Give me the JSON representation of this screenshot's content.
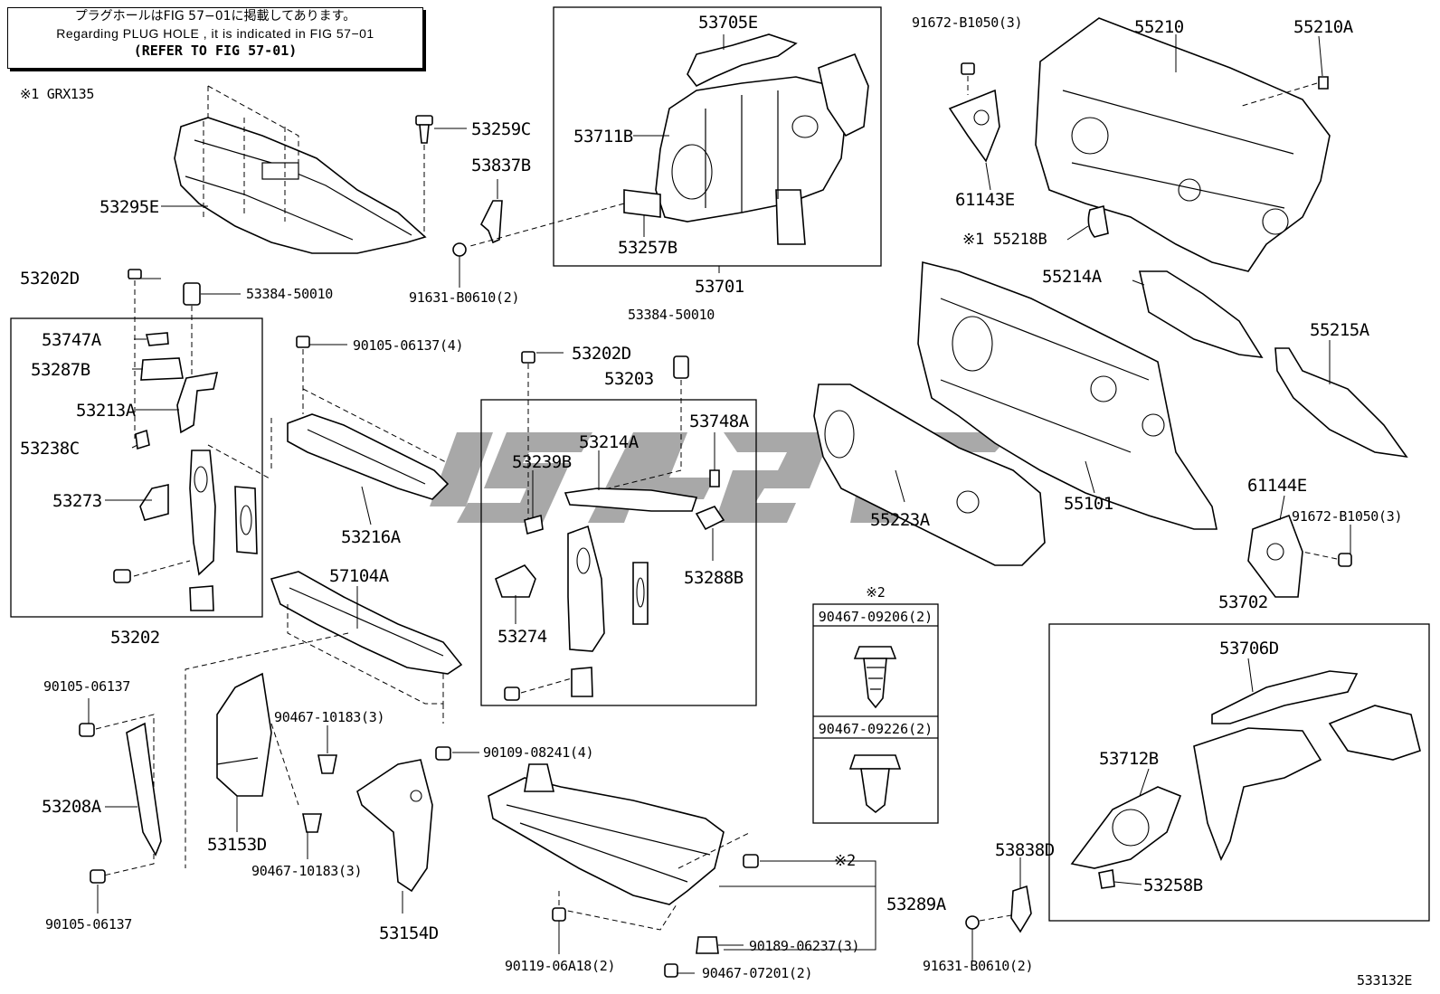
{
  "note": {
    "line_jp": "プラグホールはFIG 57−01に掲載してあります。",
    "line_en": "Regarding PLUG HOLE , it is indicated in FIG 57−01",
    "line_ref": "(REFER TO FIG 57-01)"
  },
  "variant_note": "※1 GRX135",
  "figure_code": "533132E",
  "watermark": "LS 96",
  "clip_panel": {
    "marker": "※2",
    "clip_top": "90467-09206(2)",
    "clip_bottom": "90467-09226(2)"
  },
  "parts": {
    "p53295E": "53295E",
    "p53259C": "53259C",
    "p53837B": "53837B",
    "p53202D_a": "53202D",
    "p53384_a": "53384-50010",
    "p53747A": "53747A",
    "p53287B": "53287B",
    "p53213A": "53213A",
    "p53238C": "53238C",
    "p53273": "53273",
    "p53202": "53202",
    "p90105_4": "90105-06137(4)",
    "p53216A": "53216A",
    "p57104A": "57104A",
    "p53705E": "53705E",
    "p53711B": "53711B",
    "p53257B": "53257B",
    "p53701": "53701",
    "p91631_a": "91631-B0610(2)",
    "p53384_b": "53384-50010",
    "p53202D_b": "53202D",
    "p53203": "53203",
    "p53239B": "53239B",
    "p53214A": "53214A",
    "p53748A": "53748A",
    "p53288B": "53288B",
    "p53274": "53274",
    "p91672_a": "91672-B1050(3)",
    "p61143E": "61143E",
    "p55218B": "※1 55218B",
    "p55210": "55210",
    "p55210A": "55210A",
    "p55214A": "55214A",
    "p55215A": "55215A",
    "p55101": "55101",
    "p55223A": "55223A",
    "p61144E": "61144E",
    "p91672_b": "91672-B1050(3)",
    "p53702": "53702",
    "p53706D": "53706D",
    "p53712B": "53712B",
    "p53258B": "53258B",
    "p53838D": "53838D",
    "p91631_b": "91631-B0610(2)",
    "p90105_a": "90105-06137",
    "p53208A": "53208A",
    "p90105_b": "90105-06137",
    "p53153D": "53153D",
    "p90467_a": "90467-10183(3)",
    "p90467_b": "90467-10183(3)",
    "p53154D": "53154D",
    "p90109": "90109-08241(4)",
    "p2mark": "※2",
    "p53289A": "53289A",
    "p90119": "90119-06A18(2)",
    "p90189": "90189-06237(3)",
    "p90467_07201": "90467-07201(2)"
  }
}
